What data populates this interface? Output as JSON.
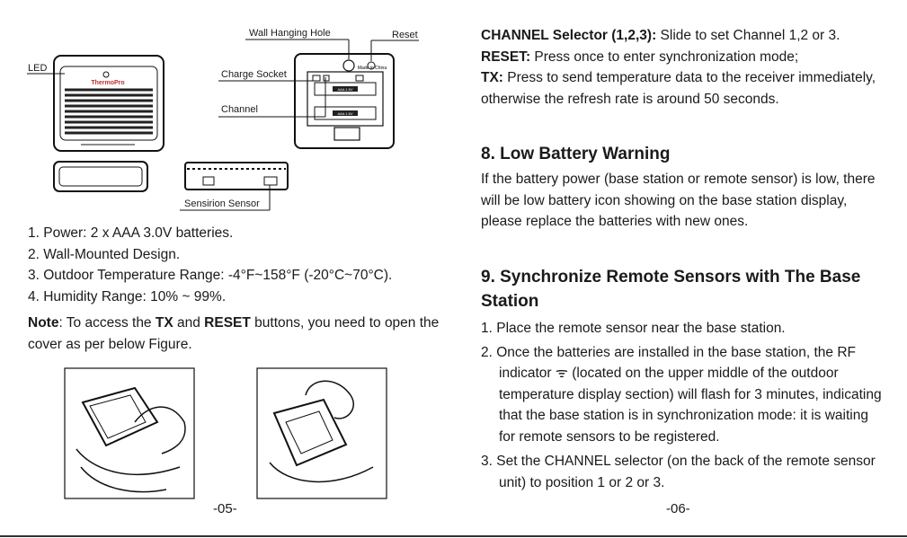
{
  "labels": {
    "led": "LED",
    "wall_hole": "Wall Hanging Hole",
    "reset": "Reset",
    "charge_socket": "Charge Socket",
    "channel": "Channel",
    "sensor": "Sensirion Sensor"
  },
  "device": {
    "brand": "ThermoPro",
    "made_in": "Made in China",
    "battery_label": "AAA 1.5V"
  },
  "left_list": [
    "1. Power: 2 x AAA 3.0V batteries.",
    "2. Wall-Mounted Design.",
    "3. Outdoor Temperature Range: -4°F~158°F (-20°C~70°C).",
    "4. Humidity Range: 10% ~ 99%."
  ],
  "note": {
    "label": "Note",
    "t1": ": To access the ",
    "tx": "TX",
    "t2": " and ",
    "reset": "RESET",
    "t3": " buttons, you need to open the cover as per below Figure."
  },
  "right_top": {
    "ch_label": "CHANNEL Selector (1,2,3):",
    "ch_text": " Slide to set Channel 1,2 or 3.",
    "reset_label": "RESET:",
    "reset_text": " Press once to enter synchronization mode;",
    "tx_label": "TX:",
    "tx_text": " Press to send temperature data to the receiver immediately, otherwise the refresh rate is around 50 seconds."
  },
  "section8": {
    "title": "8. Low Battery Warning",
    "body": "If the battery power (base station or remote sensor) is low, there will be low battery icon showing on the base station display, please replace the batteries with new ones."
  },
  "section9": {
    "title": "9. Synchronize Remote Sensors with The Base Station",
    "step1": "1. Place the remote sensor near the base station.",
    "step2a": "2. Once the batteries are installed in the base station, the RF indicator ",
    "step2b": " (located on the upper middle of the outdoor temperature display section) will flash for 3 minutes, indicating that the base station is in synchronization mode: it is waiting for remote sensors to be registered.",
    "step3": "3. Set the CHANNEL selector (on the back of the remote sensor unit) to position 1 or 2 or 3."
  },
  "pages": {
    "left": "-05-",
    "right": "-06-"
  }
}
